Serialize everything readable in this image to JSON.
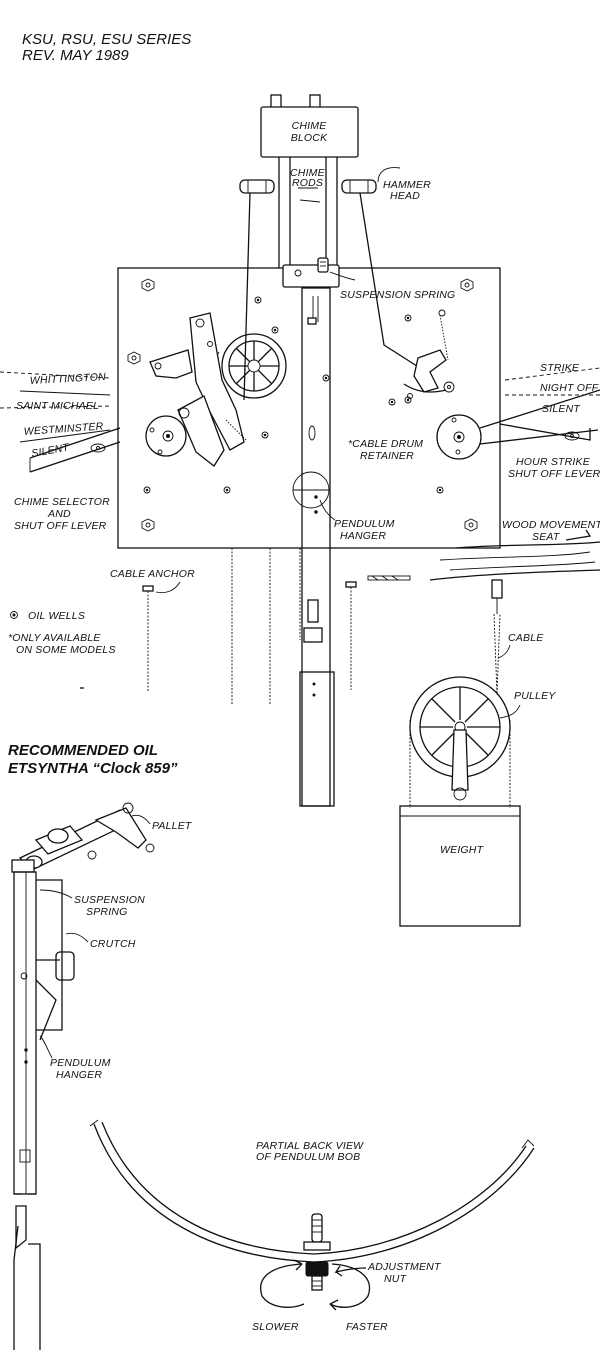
{
  "header": {
    "series": "KSU, RSU, ESU SERIES",
    "revision": "REV. MAY 1989"
  },
  "top_labels": {
    "chime_block_1": "CHIME",
    "chime_block_2": "BLOCK",
    "chime_rods_1": "CHIME",
    "chime_rods_2": "RODS",
    "hammer_head_1": "HAMMER",
    "hammer_head_2": "HEAD",
    "suspension_spring": "SUSPENSION SPRING",
    "strike": "STRIKE",
    "night_off": "NIGHT OFF",
    "silent_right": "SILENT",
    "whittington": "WHITTINGTON",
    "saint_michael": "SAINT MICHAEL",
    "westminster": "WESTMINSTER",
    "silent_left": "SILENT",
    "cable_drum_1": "*CABLE DRUM",
    "cable_drum_2": "RETAINER",
    "hour_strike_1": "HOUR STRIKE",
    "hour_strike_2": "SHUT OFF LEVER",
    "chime_selector_1": "CHIME SELECTOR",
    "chime_selector_2": "AND",
    "chime_selector_3": "SHUT OFF LEVER",
    "pendulum_hanger_1": "PENDULUM",
    "pendulum_hanger_2": "HANGER",
    "wood_movement_1": "WOOD MOVEMENT",
    "wood_movement_2": "SEAT",
    "cable_anchor": "CABLE ANCHOR",
    "oil_wells": "OIL WELLS",
    "only_available_1": "*ONLY AVAILABLE",
    "only_available_2": "ON SOME MODELS",
    "cable": "CABLE",
    "pulley": "PULLEY",
    "weight": "WEIGHT"
  },
  "oil": {
    "line1": "RECOMMENDED OIL",
    "line2": "ETSYNTHA “Clock 859”"
  },
  "bottom_labels": {
    "pallet": "PALLET",
    "suspension_1": "SUSPENSION",
    "suspension_2": "SPRING",
    "crutch": "CRUTCH",
    "pendulum_hanger_1": "PENDULUM",
    "pendulum_hanger_2": "HANGER",
    "partial_back_1": "PARTIAL BACK VIEW",
    "partial_back_2": "OF PENDULUM BOB",
    "adjustment_1": "ADJUSTMENT",
    "adjustment_2": "NUT",
    "slower": "SLOWER",
    "faster": "FASTER"
  }
}
